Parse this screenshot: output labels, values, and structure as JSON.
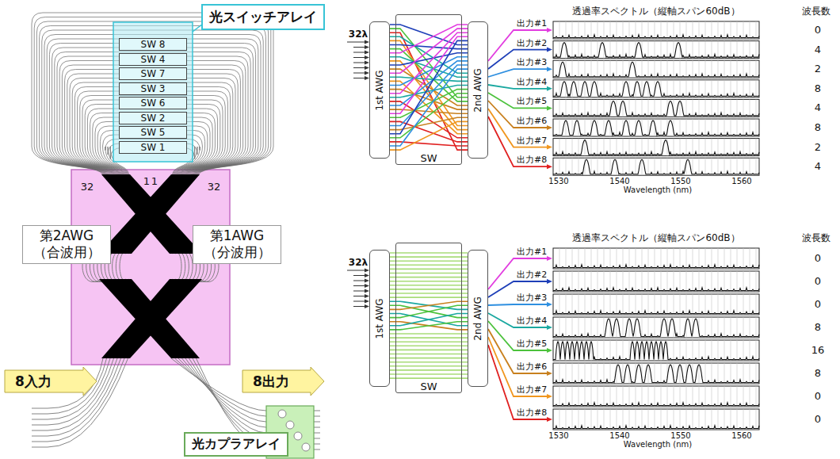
{
  "diagram": {
    "nodes": [
      {
        "text": [
          "光スイッチアレイ"
        ]
      },
      {
        "text": [
          "SW 8"
        ]
      },
      {
        "text": [
          "SW 4"
        ]
      },
      {
        "text": [
          "SW 7"
        ]
      },
      {
        "text": [
          "SW 3"
        ]
      },
      {
        "text": [
          "SW 6"
        ]
      },
      {
        "text": [
          "SW 2"
        ]
      },
      {
        "text": [
          "SW 5"
        ]
      },
      {
        "text": [
          "SW 1"
        ]
      },
      {
        "text": [
          "第2AWG （合波用）"
        ]
      },
      {
        "text": [
          "第1AWG （分波用）"
        ]
      },
      {
        "text": [
          "8入力"
        ]
      },
      {
        "text": [
          "8出力"
        ]
      },
      {
        "text": [
          "光カプラアレイ"
        ]
      },
      {
        "text": [
          "1st AWG"
        ]
      },
      {
        "text": [
          "SW"
        ]
      },
      {
        "text": [
          "2nd AWG"
        ]
      },
      {
        "text": [
          "1st AWG"
        ]
      },
      {
        "text": [
          "SW"
        ]
      },
      {
        "text": [
          "2nd AWG"
        ]
      }
    ],
    "labels": [
      "32",
      "1",
      "1",
      "32",
      "32λ",
      "透過率スペクトル（縦軸スパン60dB）",
      "波長数",
      "出力#1",
      "出力#2",
      "出力#3",
      "出力#4",
      "出力#5",
      "出力#6",
      "出力#7",
      "出力#8",
      "0",
      "4",
      "2",
      "8",
      "4",
      "8",
      "2",
      "4",
      "1530",
      "1540",
      "1550",
      "1560",
      "Wavelength (nm)",
      "32λ",
      "透過率スペクトル（縦軸スパン60dB）",
      "波長数",
      "出力#1",
      "出力#2",
      "出力#3",
      "出力#4",
      "出力#5",
      "出力#6",
      "出力#7",
      "出力#8",
      "0",
      "0",
      "0",
      "8",
      "16",
      "8",
      "0",
      "0",
      "1530",
      "1540",
      "1550",
      "1560",
      "Wavelength (nm)"
    ]
  }
}
